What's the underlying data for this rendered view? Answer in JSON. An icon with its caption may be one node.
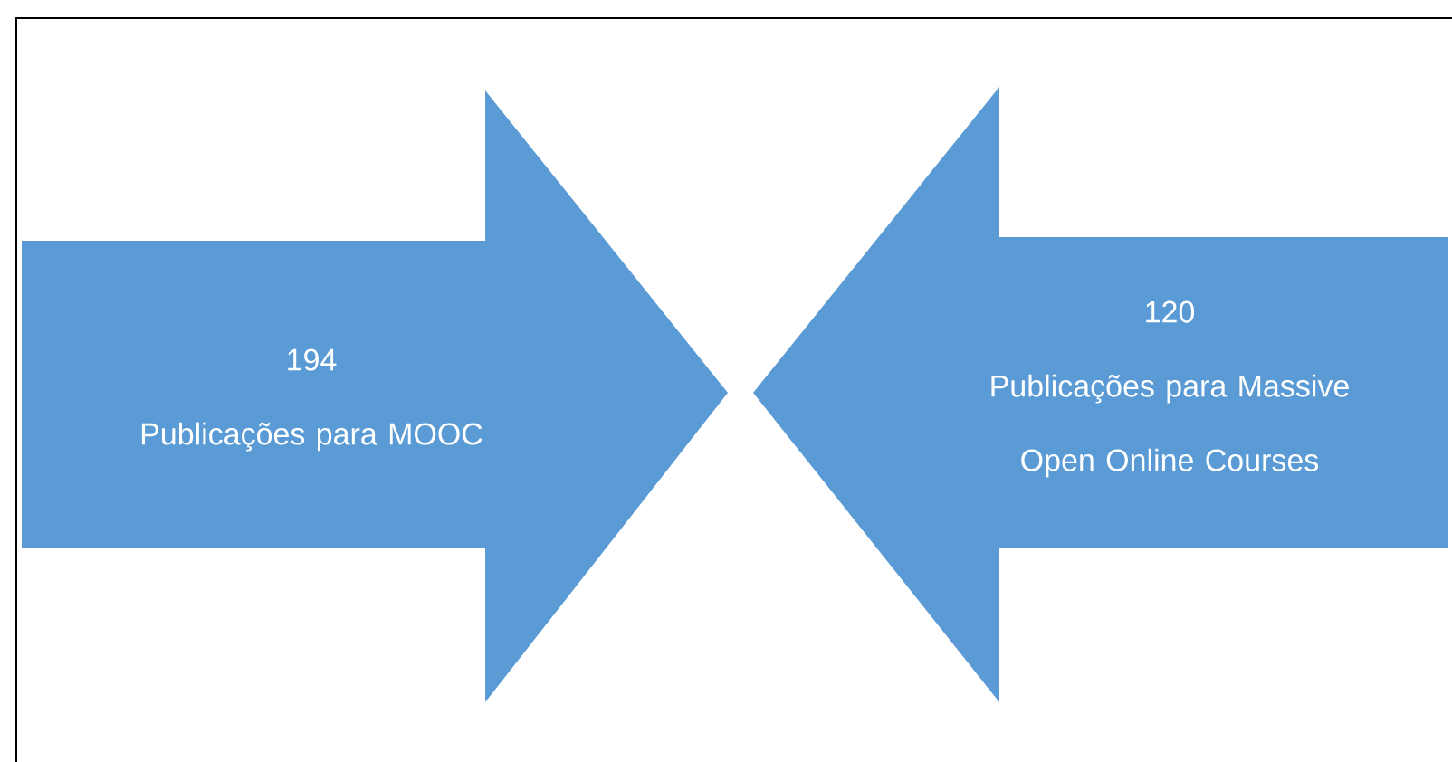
{
  "diagram": {
    "nodes": [
      {
        "text": [
          "194",
          "Publicações para MOOC"
        ]
      },
      {
        "text": [
          "120",
          "Publicações para Massive Open Online Courses"
        ]
      }
    ]
  }
}
